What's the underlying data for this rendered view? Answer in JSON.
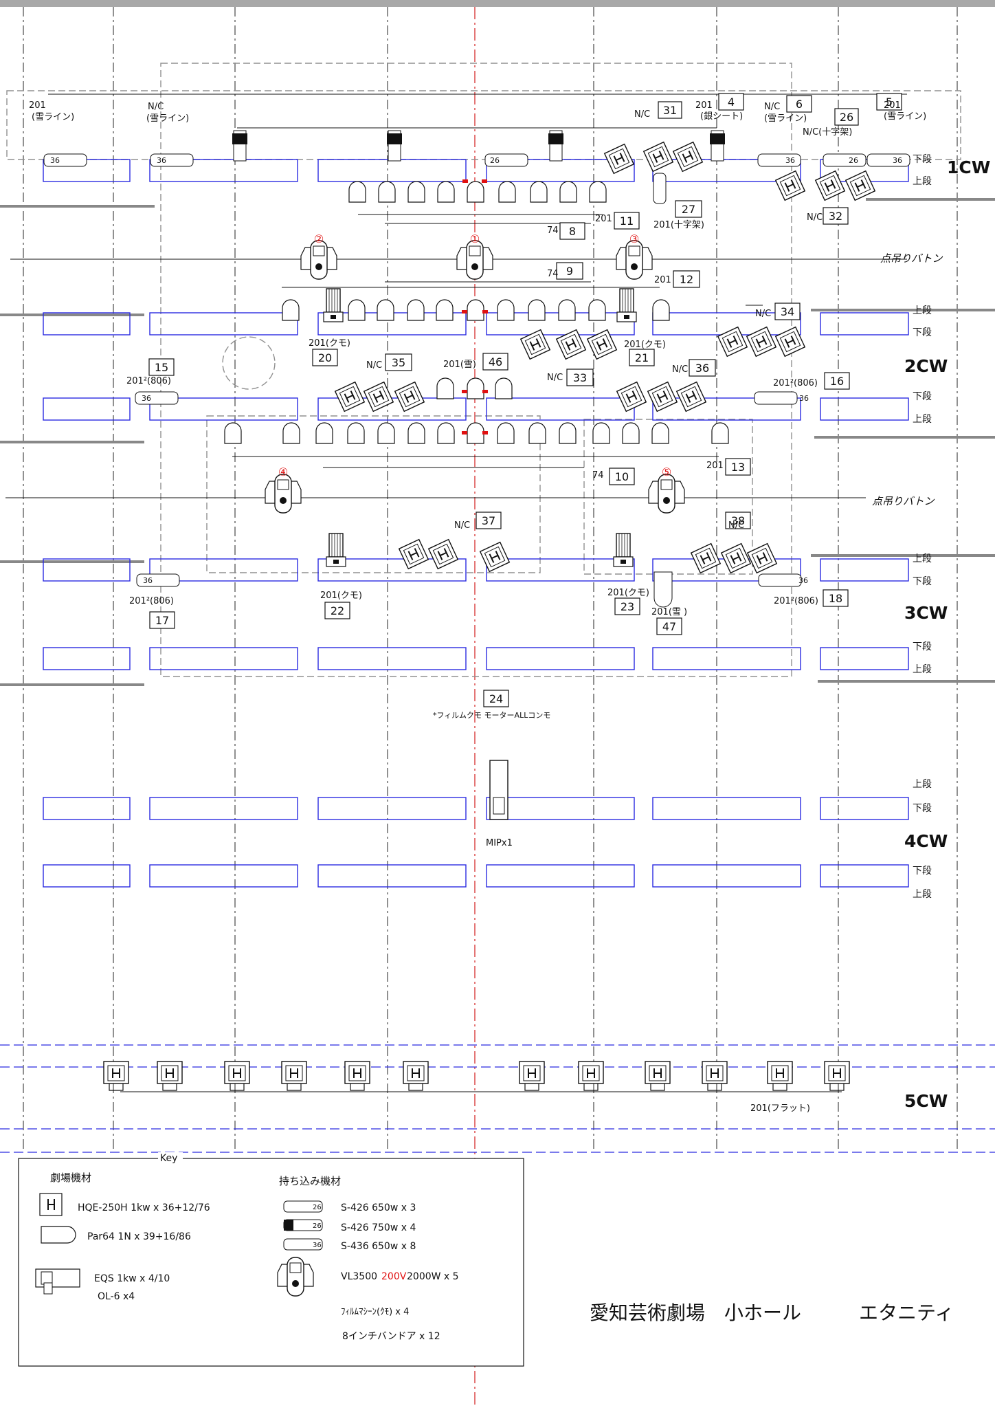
{
  "title": "愛知芸術劇場　小ホール　　　エタニティ",
  "colors": {
    "batten": "#2a2ae0",
    "center_line": "#d21b1b",
    "grid": "#222222",
    "accent_red": "#e01010",
    "gray_frame": "#909090"
  },
  "rows": {
    "cw1": "1CW",
    "cw2": "2CW",
    "cw3": "3CW",
    "cw4": "4CW",
    "cw5": "5CW"
  },
  "tiers": {
    "lower": "下段",
    "upper": "上段"
  },
  "point_batten": "点吊りバトン",
  "box_numbers": {
    "b4": "4",
    "b5": "5",
    "b6": "6",
    "b8": "8",
    "b9": "9",
    "b10": "10",
    "b11": "11",
    "b12": "12",
    "b13": "13",
    "b15": "15",
    "b16": "16",
    "b17": "17",
    "b18": "18",
    "b20": "20",
    "b21": "21",
    "b22": "22",
    "b23": "23",
    "b24": "24",
    "b26": "26",
    "b27": "27",
    "b31": "31",
    "b32": "32",
    "b33": "33",
    "b34": "34",
    "b35": "35",
    "b36": "36",
    "b37": "37",
    "b38": "38",
    "b46": "46",
    "b47": "47"
  },
  "labels": {
    "l201": "201",
    "lNC": "N/C",
    "l74": "74",
    "snow_line": "(雪ライン)",
    "silver_sheet": "(銀シート)",
    "cross_frame": "(十字架)",
    "nc_cross_frame": "N/C(十字架)",
    "l201_cross": "201(十字架)",
    "l201_kumo": "201(クモ)",
    "l201_yuki": "201(雪)",
    "l201_yuki2": "201(雪 )",
    "l201_806": "201²(806)",
    "l201_flat": "201(フラット)",
    "film_note": "*フィルムクモ  モーターALLコンモ",
    "mip": "MIPx1"
  },
  "vl_numbers": {
    "v1": "①",
    "v2": "②",
    "v3": "③",
    "v4": "④",
    "v5": "⑤"
  },
  "inst_numbers": {
    "n26": "26",
    "n36": "36"
  },
  "lamp_letter": "H",
  "legend": {
    "key": "Key",
    "house_title": "劇場機材",
    "brought_title": "持ち込み機材",
    "hqe": "HQE-250H 1kw x 36+12/76",
    "par": "Par64 1N x 39+16/86",
    "eqs": "EQS 1kw x 4/10",
    "ol": "OL-6 x4",
    "s426_650": "S-426 650w x 3",
    "s426_750": "S-426 750w x 4",
    "s436": "S-436 650w x 8",
    "vl_prefix": "VL3500 ",
    "vl_red": "200V",
    "vl_suffix": " 2000W x 5",
    "film": "ﾌｨﾙﾑﾏｼｰﾝ(ｸﾓ) x 4",
    "barndoor": "8インチバンドア x 12"
  },
  "icons": [
    "hqe-fixture-icon",
    "par64-icon",
    "eqs-icon",
    "s426-icon",
    "s436-icon",
    "vl3500-icon",
    "film-machine-icon",
    "mip-icon"
  ]
}
